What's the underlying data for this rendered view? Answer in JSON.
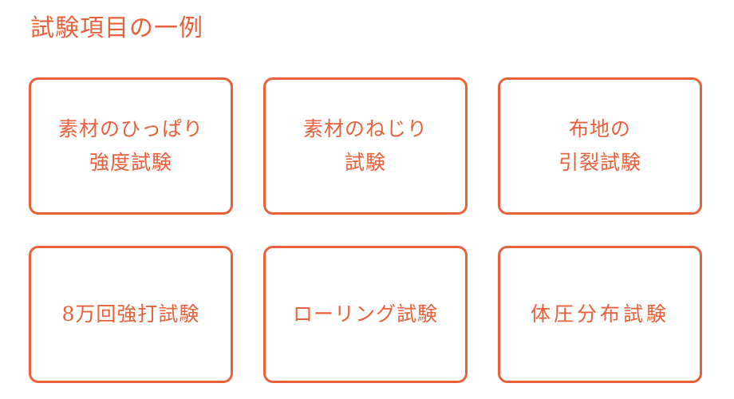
{
  "title": "試験項目の一例",
  "accent_color": "#E8613A",
  "cards": [
    {
      "label": "素材のひっぱり\n強度試験"
    },
    {
      "label": "素材のねじり\n試験"
    },
    {
      "label": "布地の\n引裂試験"
    },
    {
      "label": "8万回強打試験"
    },
    {
      "label": "ローリング試験"
    },
    {
      "label": "体圧分布試験"
    }
  ]
}
